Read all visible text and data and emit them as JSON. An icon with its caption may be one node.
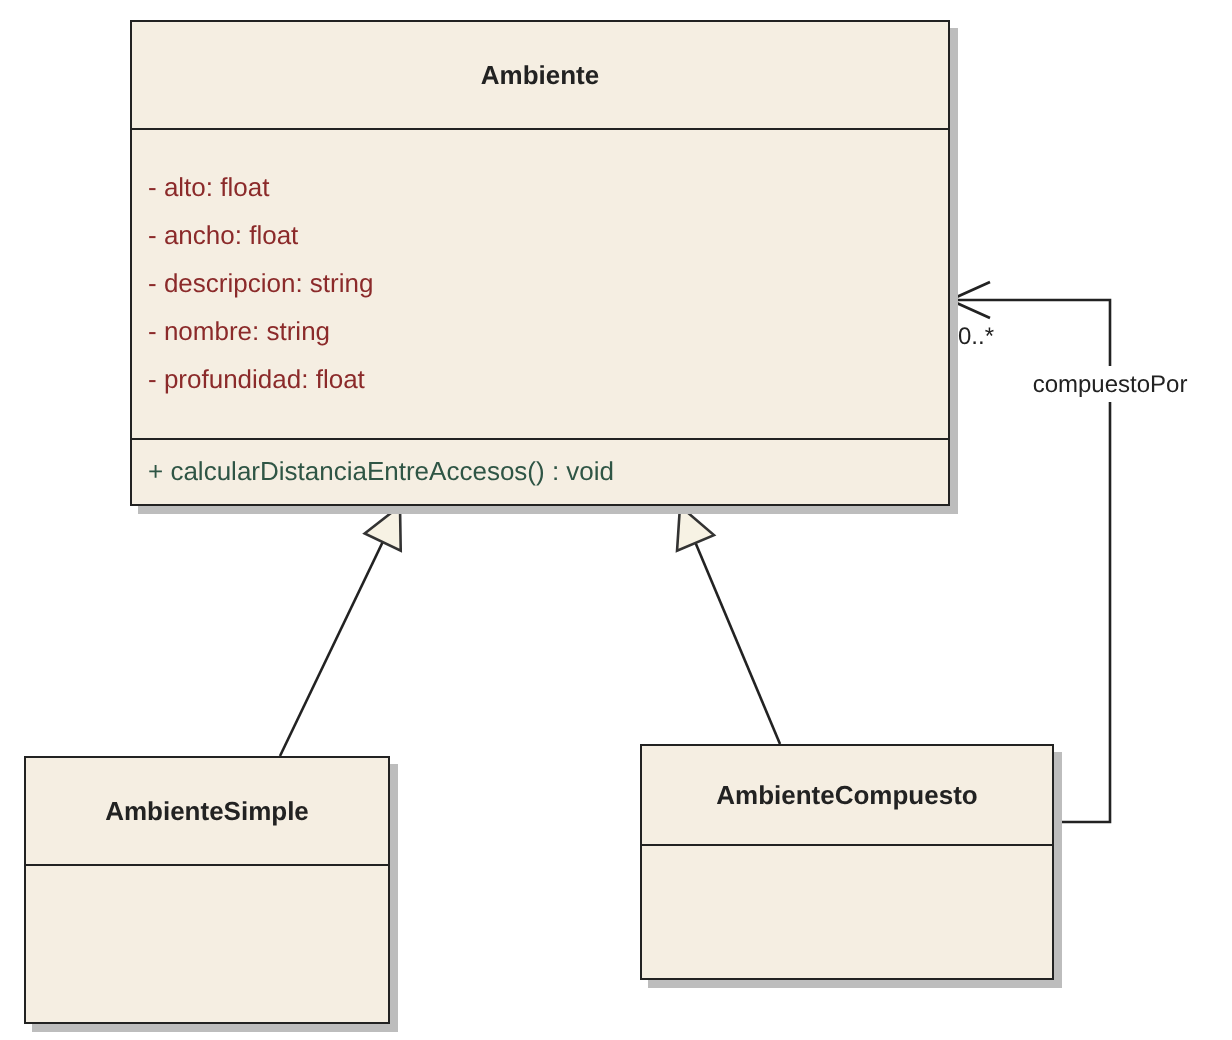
{
  "diagram": {
    "nodes": [
      {
        "text": [
          "Ambiente",
          "- alto: float",
          "- ancho: float",
          "- descripcion: string",
          "- nombre: string",
          "- profundidad: float",
          "+ calcularDistanciaEntreAccesos() : void"
        ]
      },
      {
        "text": [
          "AmbienteSimple"
        ]
      },
      {
        "text": [
          "AmbienteCompuesto"
        ]
      }
    ],
    "edges": [
      {
        "from": 1,
        "to": 0,
        "arrow": "to"
      },
      {
        "from": 2,
        "to": 0,
        "arrow": "to"
      },
      {
        "from": 2,
        "to": 0,
        "arrow": "to",
        "label": "compuestoPor"
      }
    ],
    "labels": [
      "0..*"
    ]
  }
}
